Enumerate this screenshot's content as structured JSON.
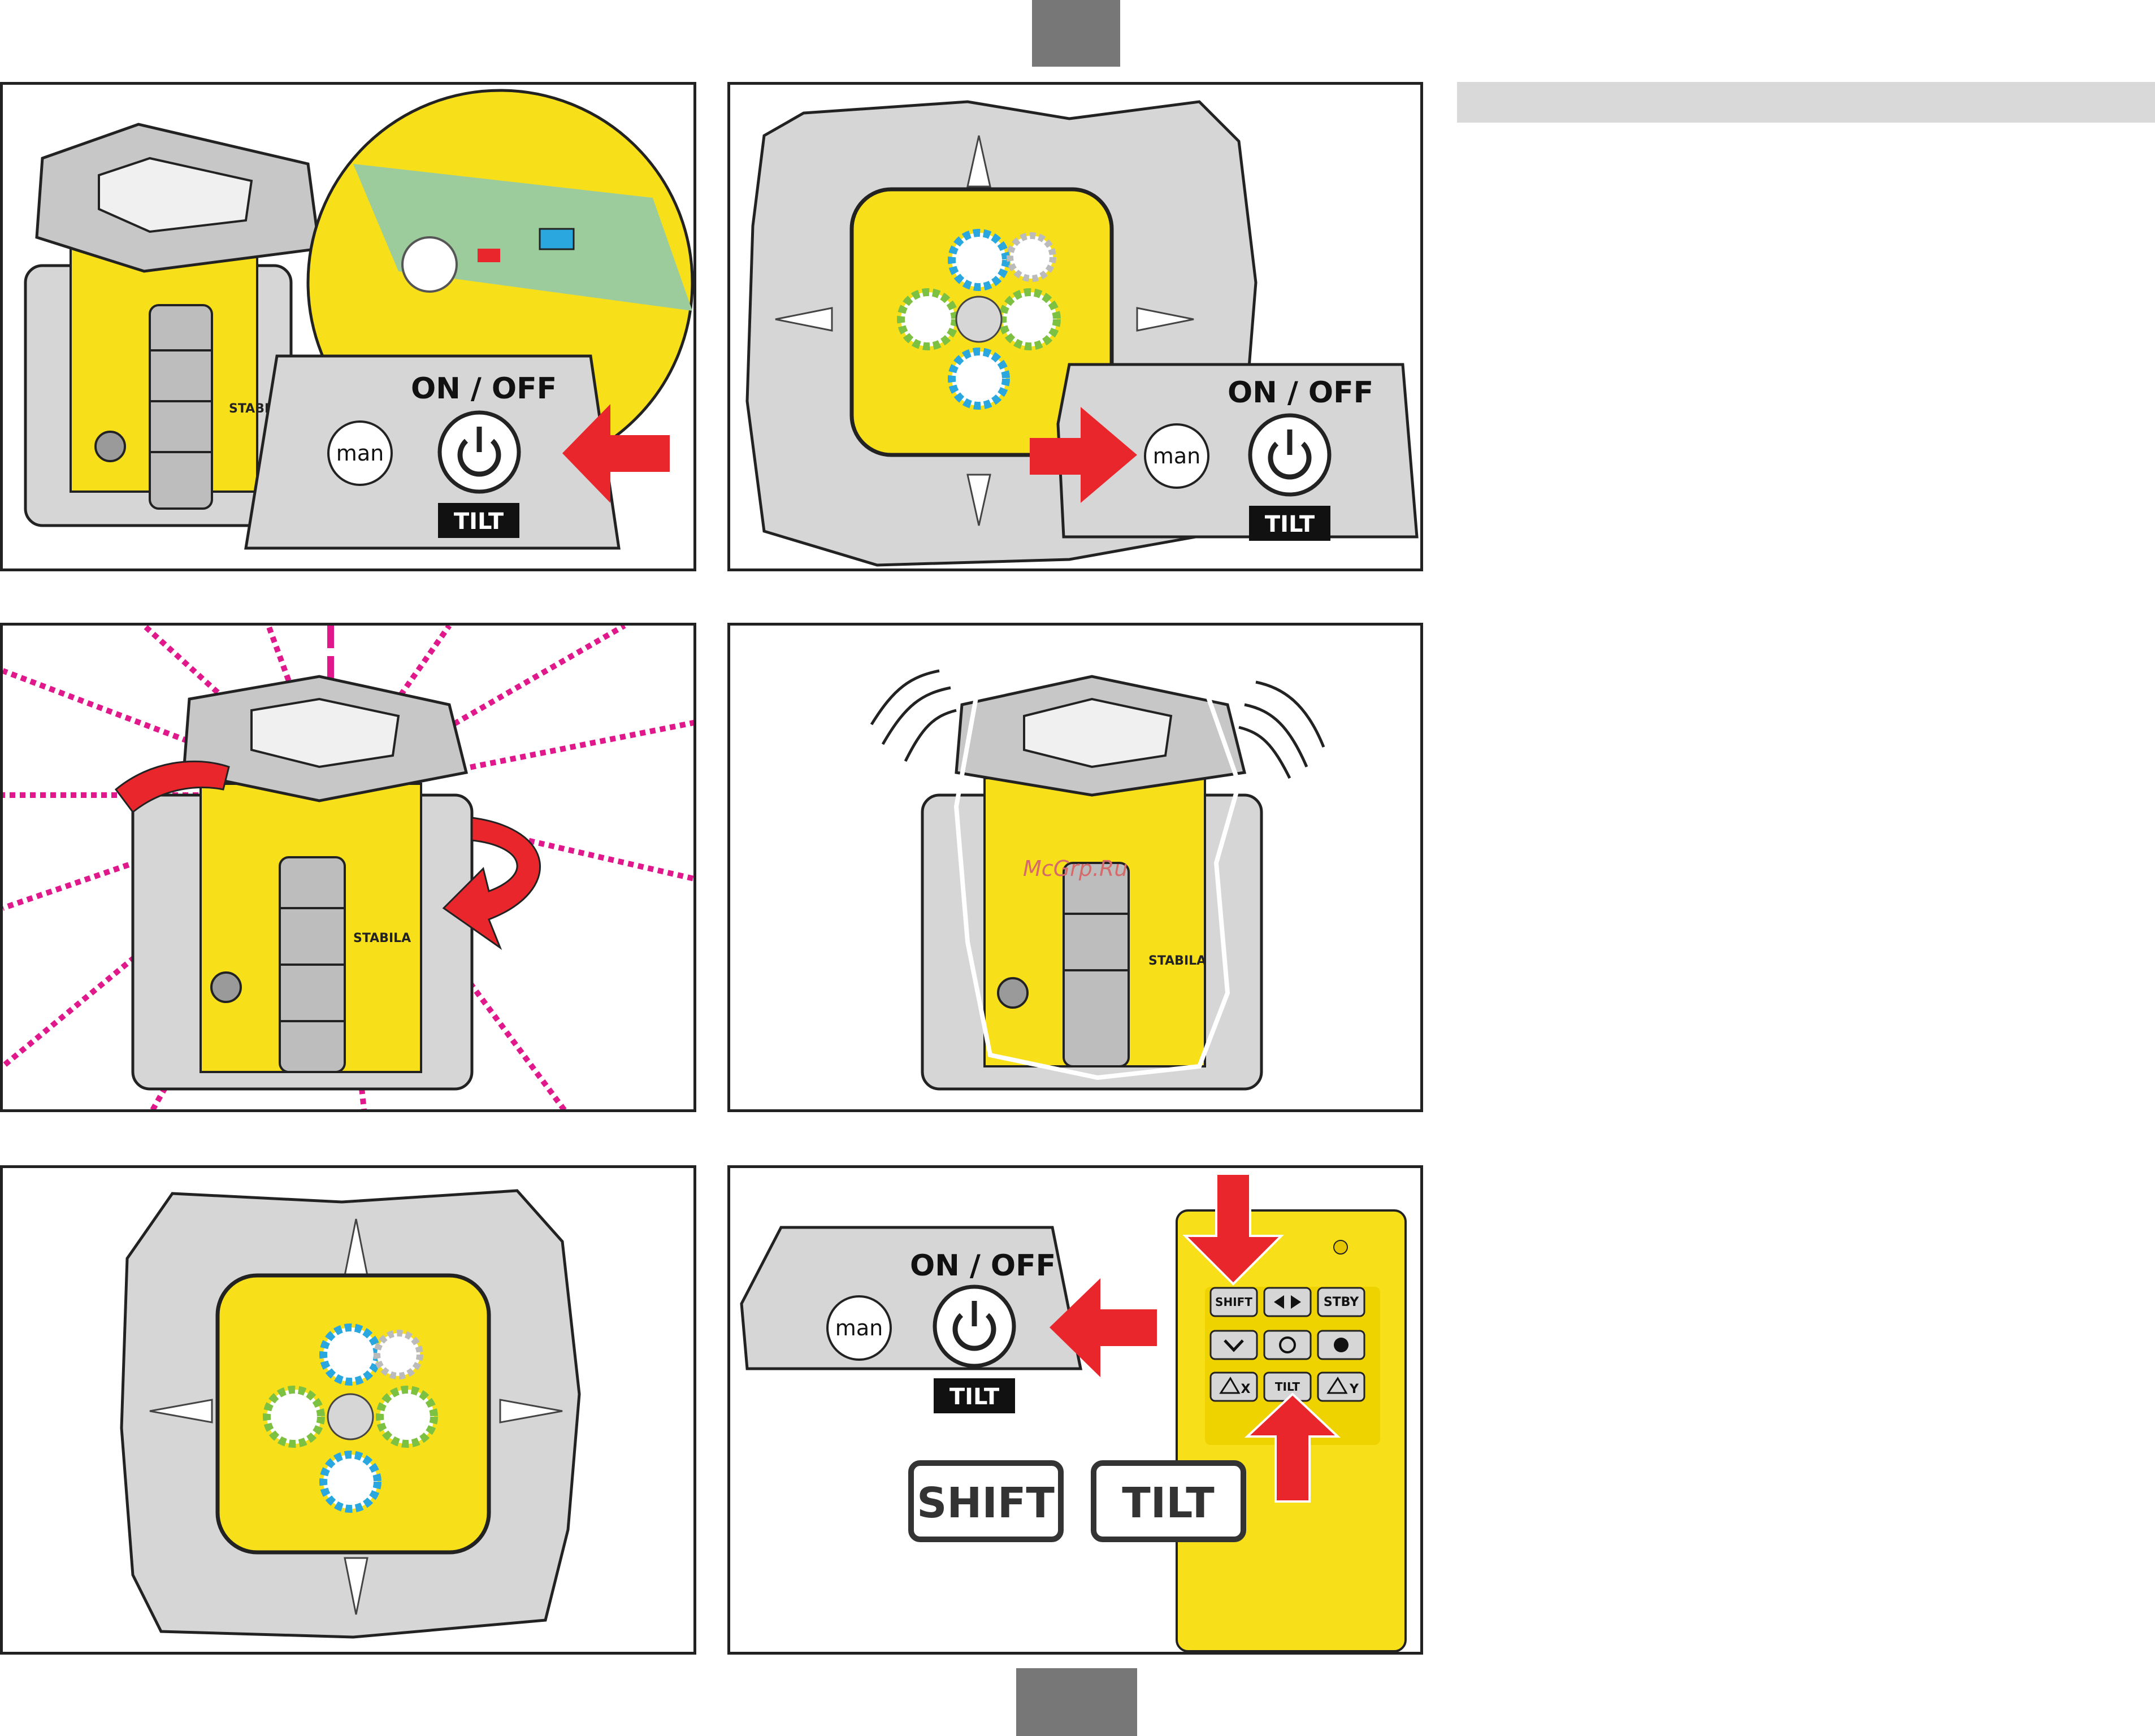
{
  "controls": {
    "on_off_label": "ON / OFF",
    "man_label": "man",
    "tilt_label": "TILT"
  },
  "remote": {
    "shift_key": "SHIFT",
    "stby_key": "STBY",
    "tilt_key": "TILT",
    "x_key": "X",
    "y_key": "Y"
  },
  "legend_keys": {
    "shift": "SHIFT",
    "tilt": "TILT"
  },
  "device_label": "STABILA",
  "watermark": "McGrp.Ru",
  "colors": {
    "device_yellow": "#f7e01a",
    "housing_gray": "#d6d6d6",
    "arrow_red": "#e8262b",
    "laser_magenta": "#e0188c",
    "led_blue": "#2aa7df",
    "led_green": "#7dc142"
  }
}
